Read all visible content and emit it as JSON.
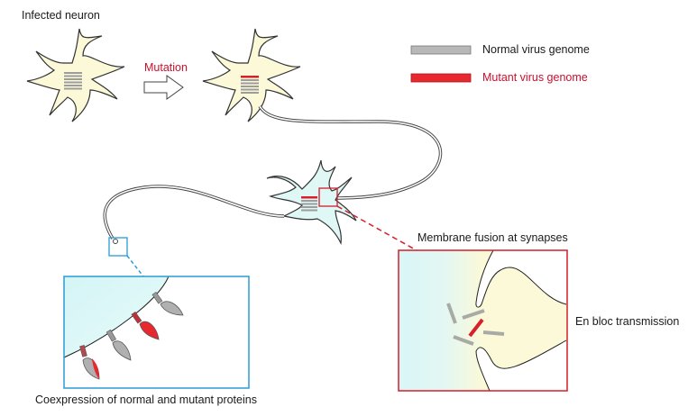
{
  "labels": {
    "infected_neuron": "Infected neuron",
    "mutation": "Mutation",
    "membrane_fusion": "Membrane fusion at synapses",
    "en_bloc": "En bloc transmission",
    "coexpression": "Coexpression of normal and mutant proteins"
  },
  "legend": [
    {
      "label": "Normal virus genome",
      "color": "#b8b8b8",
      "text_color": "#1a1a1a"
    },
    {
      "label": "Mutant virus genome",
      "color": "#e8282f",
      "text_color": "#c8102e"
    }
  ],
  "colors": {
    "neuron_yellow": "#fbf9d8",
    "neuron_cyan": "#dff7f5",
    "outline": "#333333",
    "red_accent": "#d21f2c",
    "blue_accent": "#2b9bd4",
    "genome_gray": "#a6a6a6",
    "genome_red": "#e02a2a"
  }
}
